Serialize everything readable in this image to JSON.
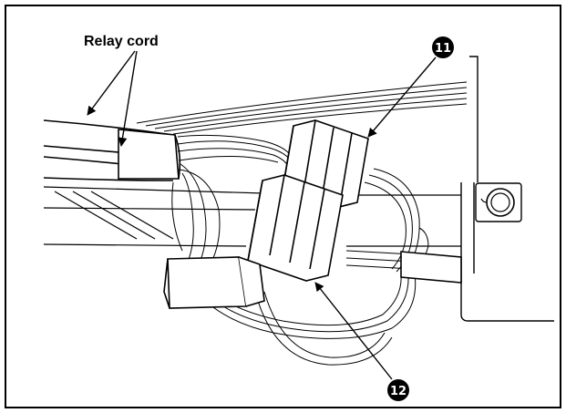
{
  "labels": {
    "relay_cord": "Relay cord",
    "callout_11": "11",
    "callout_12": "12"
  },
  "colors": {
    "ink": "#000000",
    "paper": "#ffffff"
  }
}
